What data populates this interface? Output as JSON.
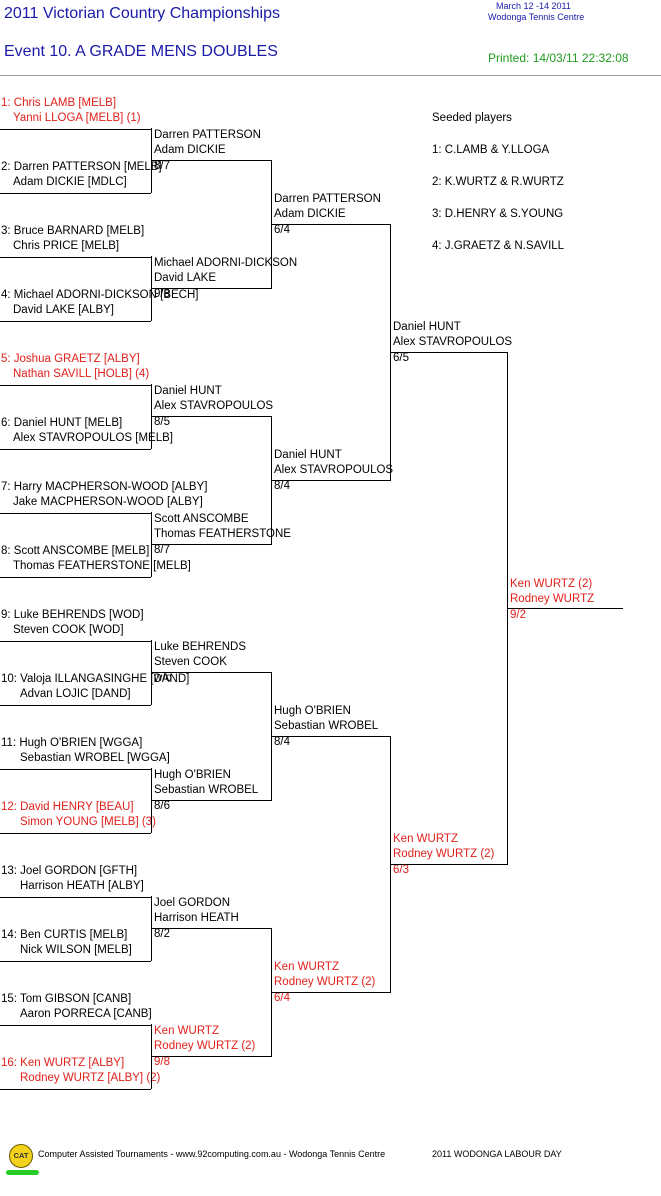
{
  "header": {
    "title": "2011 Victorian Country Championships",
    "event": "Event 10. A GRADE MENS DOUBLES",
    "dates": "March 12 -14 2011",
    "venue": "Wodonga Tennis Centre",
    "printed": "Printed: 14/03/11 22:32:08"
  },
  "seeds": {
    "heading": "Seeded players",
    "items": [
      "1: C.LAMB & Y.LLOGA",
      "2: K.WURTZ & R.WURTZ",
      "3: D.HENRY & S.YOUNG",
      "4: J.GRAETZ & N.SAVILL"
    ]
  },
  "round1": [
    {
      "line1": "1: Chris LAMB [MELB]",
      "line2": "Yanni LLOGA [MELB] (1)",
      "seeded": true
    },
    {
      "line1": "2: Darren PATTERSON [MELB]",
      "line2": "Adam DICKIE [MDLC]",
      "seeded": false
    },
    {
      "line1": "3: Bruce BARNARD [MELB]",
      "line2": "Chris PRICE [MELB]",
      "seeded": false
    },
    {
      "line1": "4: Michael ADORNI-DICKSON [BECH]",
      "line2": "David LAKE [ALBY]",
      "seeded": false
    },
    {
      "line1": "5: Joshua GRAETZ [ALBY]",
      "line2": "Nathan SAVILL [HOLB] (4)",
      "seeded": true
    },
    {
      "line1": "6: Daniel HUNT [MELB]",
      "line2": "Alex STAVROPOULOS [MELB]",
      "seeded": false
    },
    {
      "line1": "7: Harry MACPHERSON-WOOD [ALBY]",
      "line2": "Jake MACPHERSON-WOOD [ALBY]",
      "seeded": false
    },
    {
      "line1": "8: Scott ANSCOMBE [MELB]",
      "line2": "Thomas FEATHERSTONE [MELB]",
      "seeded": false
    },
    {
      "line1": "9: Luke BEHRENDS [WOD]",
      "line2": "Steven COOK [WOD]",
      "seeded": false
    },
    {
      "line1": "10: Valoja ILLANGASINGHE [DAND]",
      "line2": "Advan LOJIC [DAND]",
      "seeded": false
    },
    {
      "line1": "11: Hugh O'BRIEN [WGGA]",
      "line2": "Sebastian WROBEL [WGGA]",
      "seeded": false
    },
    {
      "line1": "12: David HENRY [BEAU]",
      "line2": "Simon YOUNG [MELB] (3)",
      "seeded": true
    },
    {
      "line1": "13: Joel GORDON [GFTH]",
      "line2": "Harrison HEATH [ALBY]",
      "seeded": false
    },
    {
      "line1": "14: Ben CURTIS [MELB]",
      "line2": "Nick WILSON [MELB]",
      "seeded": false
    },
    {
      "line1": "15: Tom GIBSON [CANB]",
      "line2": "Aaron PORRECA [CANB]",
      "seeded": false
    },
    {
      "line1": "16: Ken WURTZ [ALBY]",
      "line2": "Rodney WURTZ [ALBY] (2)",
      "seeded": true
    }
  ],
  "round2": [
    {
      "line1": "Darren PATTERSON",
      "line2": "Adam DICKIE",
      "score": "8/7",
      "seeded": false
    },
    {
      "line1": "Michael ADORNI-DICKSON",
      "line2": "David LAKE",
      "score": "9/8",
      "seeded": false
    },
    {
      "line1": "Daniel HUNT",
      "line2": "Alex STAVROPOULOS",
      "score": "8/5",
      "seeded": false
    },
    {
      "line1": "Scott ANSCOMBE",
      "line2": "Thomas FEATHERSTONE",
      "score": "8/7",
      "seeded": false
    },
    {
      "line1": "Luke BEHRENDS",
      "line2": "Steven COOK",
      "score": "w/o",
      "seeded": false
    },
    {
      "line1": "Hugh O'BRIEN",
      "line2": "Sebastian WROBEL",
      "score": "8/6",
      "seeded": false
    },
    {
      "line1": "Joel GORDON",
      "line2": "Harrison HEATH",
      "score": "8/2",
      "seeded": false
    },
    {
      "line1": "Ken WURTZ",
      "line2": "Rodney WURTZ (2)",
      "score": "9/8",
      "seeded": true
    }
  ],
  "round3": [
    {
      "line1": "Darren PATTERSON",
      "line2": "Adam DICKIE",
      "score": "6/4",
      "seeded": false
    },
    {
      "line1": "Daniel HUNT",
      "line2": "Alex STAVROPOULOS",
      "score": "8/4",
      "seeded": false
    },
    {
      "line1": "Hugh O'BRIEN",
      "line2": "Sebastian WROBEL",
      "score": "8/4",
      "seeded": false
    },
    {
      "line1": "Ken WURTZ",
      "line2": "Rodney WURTZ (2)",
      "score": "6/4",
      "seeded": true
    }
  ],
  "round4": [
    {
      "line1": "Daniel HUNT",
      "line2": "Alex STAVROPOULOS",
      "score": "6/5",
      "seeded": false
    },
    {
      "line1": "Ken WURTZ",
      "line2": "Rodney WURTZ (2)",
      "score": "6/3",
      "seeded": true
    }
  ],
  "champion": {
    "line1": "Ken WURTZ (2)",
    "line2": "Rodney WURTZ",
    "score": "9/2",
    "seeded": true
  },
  "footer": {
    "logo_text": "CAT",
    "credit": "Computer Assisted Tournaments - www.92computing.com.au  -  Wodonga Tennis Centre",
    "event_name": "2011 WODONGA LABOUR DAY"
  },
  "colors": {
    "seed_red": "#e0201a",
    "title_blue": "#1a1aa8",
    "printed_green": "#1f9a1f"
  }
}
